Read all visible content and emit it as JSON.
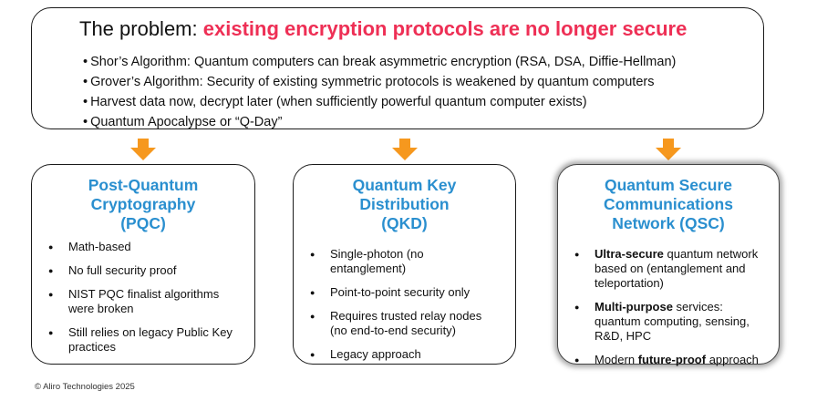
{
  "problem": {
    "title_plain": "The problem:",
    "title_accent": "existing encryption protocols are no longer secure",
    "bullets": [
      "Shor’s Algorithm: Quantum computers can break asymmetric encryption (RSA, DSA, Diffie-Hellman)",
      "Grover’s Algorithm: Security of existing symmetric protocols is weakened by quantum computers",
      "Harvest data now, decrypt later (when sufficiently powerful quantum computer exists)",
      "Quantum Apocalypse or “Q-Day”"
    ]
  },
  "colors": {
    "accent_red": "#ee2f55",
    "title_blue": "#2a8fcf",
    "arrow_orange": "#f6981e"
  },
  "cards": [
    {
      "title_lines": [
        "Post-Quantum",
        "Cryptography",
        "(PQC)"
      ],
      "items": [
        {
          "lines": [
            "Math-based"
          ]
        },
        {
          "lines": [
            "No full security proof"
          ]
        },
        {
          "lines": [
            "NIST PQC finalist algorithms",
            "were broken"
          ]
        },
        {
          "lines": [
            "Still relies on legacy Public Key",
            "practices"
          ]
        }
      ]
    },
    {
      "title_lines": [
        "Quantum Key",
        "Distribution",
        "(QKD)"
      ],
      "items": [
        {
          "lines": [
            "Single-photon (no",
            "entanglement)"
          ]
        },
        {
          "lines": [
            "Point-to-point security only"
          ]
        },
        {
          "lines": [
            "Requires trusted relay nodes",
            "(no end-to-end security)"
          ]
        },
        {
          "lines": [
            "Legacy approach"
          ]
        }
      ]
    },
    {
      "title_lines": [
        "Quantum Secure",
        "Communications",
        "Network (QSC)"
      ],
      "items": [
        {
          "bold": "Ultra-secure",
          "rest": " quantum network",
          "lines2": [
            "based on (entanglement and",
            "teleportation)"
          ]
        },
        {
          "bold": "Multi-purpose",
          "rest": " services:",
          "lines2": [
            "quantum computing, sensing,",
            "R&D, HPC"
          ]
        },
        {
          "pre": "Modern ",
          "bold": "future-proof",
          "rest": " approach"
        }
      ]
    }
  ],
  "copyright": "© Aliro Technologies 2025"
}
